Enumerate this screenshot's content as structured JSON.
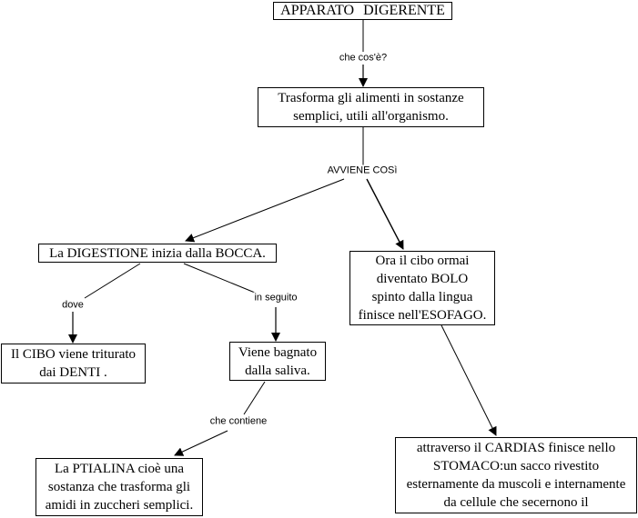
{
  "diagram": {
    "type": "concept-map",
    "nodes": {
      "title": "APPARATO  DIGERENTE",
      "definition": "Trasforma gli alimenti in sostanze\nsemplici, utili all'organismo.",
      "bocca": "La DIGESTIONE inizia dalla BOCCA.",
      "cibo": "Il CIBO viene triturato\ndai DENTI .",
      "saliva": "Viene bagnato\ndalla saliva.",
      "ptialina": "La PTIALINA cioè una\nsostanza che trasforma gli\namidi in zuccheri semplici.",
      "bolo": "Ora il cibo ormai\ndiventato BOLO\nspinto dalla lingua\nfinisce nell'ESOFAGO.",
      "stomaco": "attraverso il CARDIAS finisce nello\nSTOMACO:un sacco rivestito\nesternamente da muscoli e internamente\nda cellule che secernono il"
    },
    "link_labels": {
      "che_cose": "che cos'è?",
      "avviene": "AVVIENE COSì",
      "dove": "dove",
      "in_seguito": "in seguito",
      "che_contiene": "che contiene"
    },
    "edges": [
      {
        "from": "title",
        "label": "che_cose",
        "to": "definition"
      },
      {
        "from": "definition",
        "label": "avviene",
        "to": "bocca"
      },
      {
        "from": "definition",
        "label": "avviene",
        "to": "bolo"
      },
      {
        "from": "bocca",
        "label": "dove",
        "to": "cibo"
      },
      {
        "from": "bocca",
        "label": "in_seguito",
        "to": "saliva"
      },
      {
        "from": "saliva",
        "label": "che_contiene",
        "to": "ptialina"
      },
      {
        "from": "bolo",
        "label": "",
        "to": "stomaco"
      }
    ]
  }
}
